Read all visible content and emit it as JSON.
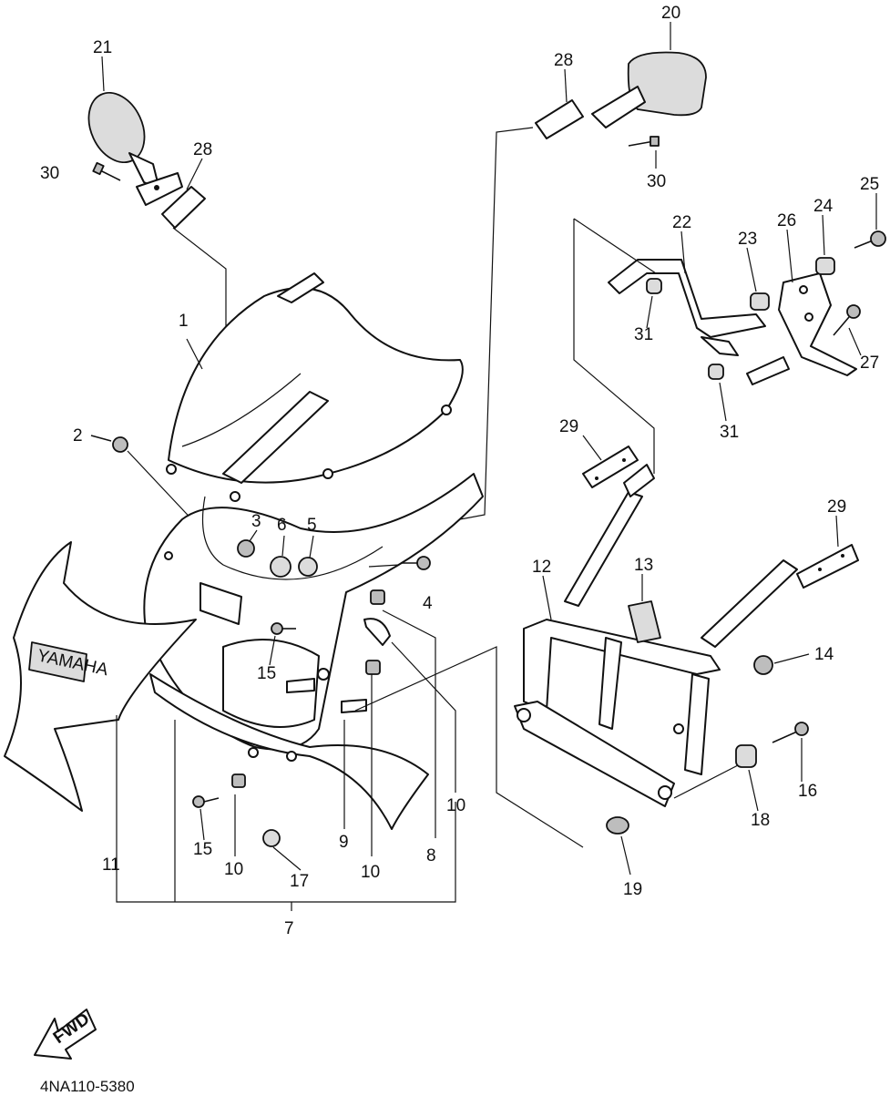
{
  "diagram": {
    "drawing_code": "4NA110-5380",
    "fwd_label": "FWD",
    "brand_label": "YAMAHA",
    "callouts": {
      "c20": "20",
      "c21": "21",
      "c28a": "28",
      "c28b": "28",
      "c30a": "30",
      "c30b": "30",
      "c1": "1",
      "c2": "2",
      "c3": "3",
      "c6": "6",
      "c5": "5",
      "c4": "4",
      "c22": "22",
      "c23": "23",
      "c26": "26",
      "c24": "24",
      "c25": "25",
      "c27": "27",
      "c31a": "31",
      "c31b": "31",
      "c29a": "29",
      "c29b": "29",
      "c12": "12",
      "c13": "13",
      "c14": "14",
      "c16": "16",
      "c18": "18",
      "c19": "19",
      "c15a": "15",
      "c15b": "15",
      "c10a": "10",
      "c10b": "10",
      "c10c": "10",
      "c9": "9",
      "c8": "8",
      "c11": "11",
      "c17": "17",
      "c7": "7"
    }
  }
}
